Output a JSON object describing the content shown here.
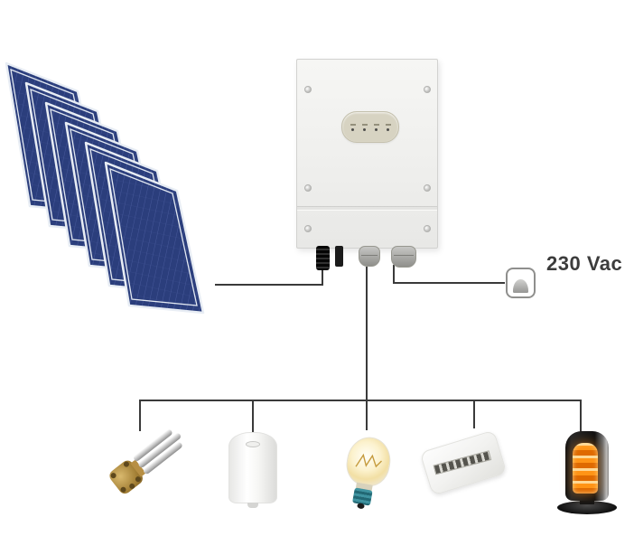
{
  "theme": {
    "background": "#ffffff",
    "wire_color": "#3a3a3a",
    "panel_blue": "#2b3e7c",
    "panel_grid_line": "#46589a",
    "panel_frame": "#e8edf4",
    "inverter_body": "#f2f2f0",
    "inverter_border": "#d2d2d0",
    "led_panel_beige": "#d7d3c2",
    "label_text": "#3c3c3c",
    "heater_glow_orange": "#ff9416"
  },
  "diagram": {
    "solar_array": {
      "panel_count": 6
    },
    "inverter": {
      "led_count": 4
    },
    "grid": {
      "label": "230 Vac"
    },
    "loads": [
      {
        "icon": "immersion-heating-element-icon"
      },
      {
        "icon": "water-heater-icon"
      },
      {
        "icon": "light-bulb-icon"
      },
      {
        "icon": "terminal-module-icon"
      },
      {
        "icon": "halogen-heater-icon"
      }
    ]
  }
}
